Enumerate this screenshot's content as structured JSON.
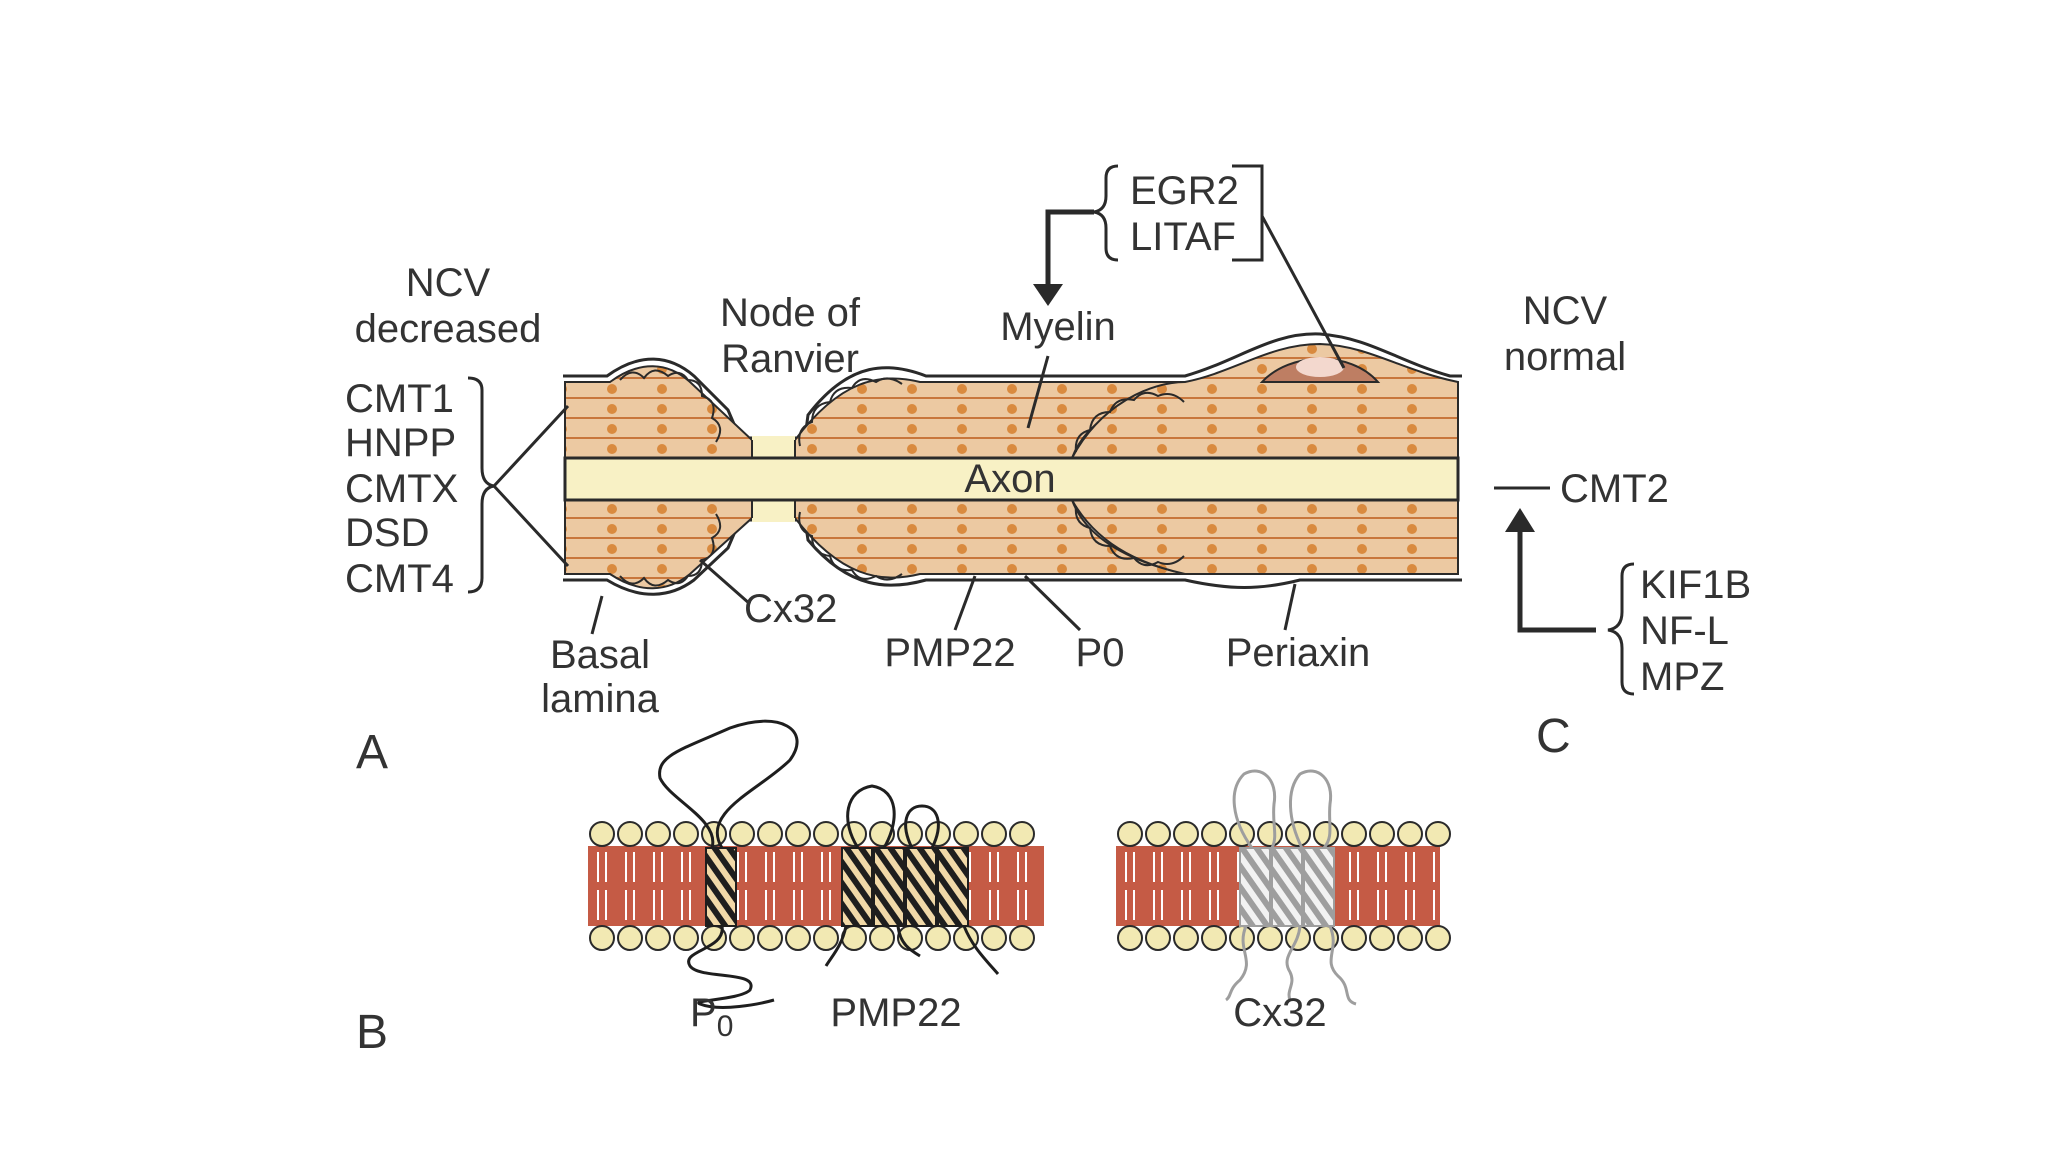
{
  "panel_a": {
    "letter": "A",
    "ncv_left": [
      "NCV",
      "decreased"
    ],
    "ncv_right": [
      "NCV",
      "normal"
    ],
    "left_diseases": [
      "CMT1",
      "HNPP",
      "CMTX",
      "DSD",
      "CMT4"
    ],
    "node_label": [
      "Node of",
      "Ranvier"
    ],
    "myelin_label": "Myelin",
    "axon_label": "Axon",
    "upper_genes": [
      "EGR2",
      "LITAF"
    ],
    "cmt2_label": "CMT2",
    "basal_label": [
      "Basal",
      "lamina"
    ],
    "cx32_label": "Cx32",
    "pmp22_label": "PMP22",
    "p0_label": "P0",
    "periaxin_label": "Periaxin"
  },
  "panel_b": {
    "letter": "B",
    "p0_main": "P",
    "p0_sub": "0",
    "pmp22_label": "PMP22",
    "cx32_label": "Cx32"
  },
  "panel_c": {
    "letter": "C",
    "genes": [
      "KIF1B",
      "NF-L",
      "MPZ"
    ]
  },
  "colors": {
    "myelin": "#ECC9A2",
    "myelin_line": "#C8763C",
    "myelin_dot": "#D98A3F",
    "axon": "#F8F1C5",
    "membrane_head": "#F2E9B3",
    "membrane_tail": "#C55B45",
    "nucleus": "#BE7E63",
    "stroke": "#2A2A2A"
  }
}
